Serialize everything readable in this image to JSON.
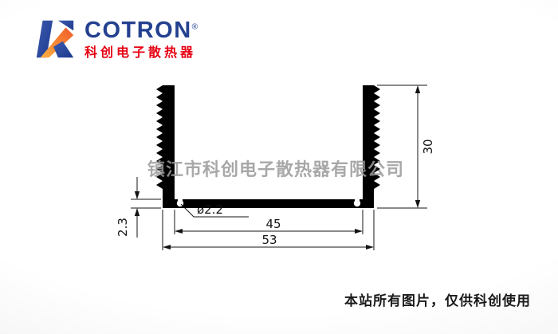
{
  "logo": {
    "brand": "COTRON",
    "registered": "®",
    "subtitle": "科创电子散热器",
    "colors": {
      "blue": "#23418f",
      "orange": "#f7941d",
      "red": "#e60012"
    }
  },
  "watermark": {
    "text": "镇江市科创电子散热器有限公司"
  },
  "drawing": {
    "dimensions": {
      "overall_height": "30",
      "base_thickness": "2.3",
      "hole_diameter": "ø2.2",
      "inner_width": "45",
      "overall_width": "53"
    }
  },
  "footer": {
    "notice": "本站所有图片，仅供科创使用"
  }
}
